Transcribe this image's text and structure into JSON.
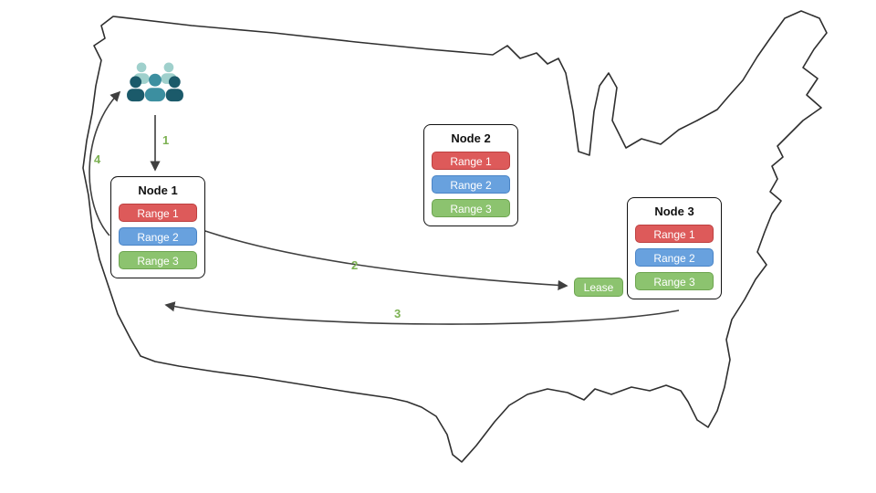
{
  "diagram": {
    "nodes": [
      {
        "title": "Node 1",
        "ranges": [
          "Range 1",
          "Range 2",
          "Range 3"
        ]
      },
      {
        "title": "Node 2",
        "ranges": [
          "Range 1",
          "Range 2",
          "Range 3"
        ]
      },
      {
        "title": "Node 3",
        "ranges": [
          "Range 1",
          "Range 2",
          "Range 3"
        ]
      }
    ],
    "lease": {
      "label": "Lease"
    },
    "steps": [
      {
        "label": "1"
      },
      {
        "label": "2"
      },
      {
        "label": "3"
      },
      {
        "label": "4"
      }
    ],
    "icons": {
      "users_icon": "group-of-people",
      "map": "us-map-outline"
    },
    "colors": {
      "range_1": "#dd5a5a",
      "range_2": "#68a1de",
      "range_3": "#8cc36f",
      "lease": "#8cc36f",
      "step_label": "#7cb152",
      "arrow": "#3f3f3f",
      "map_outline": "#2f2f2f",
      "users_icon_light": "#9fd0cc",
      "users_icon_mid": "#3c8fa0",
      "users_icon_dark": "#1b5a6a"
    }
  }
}
